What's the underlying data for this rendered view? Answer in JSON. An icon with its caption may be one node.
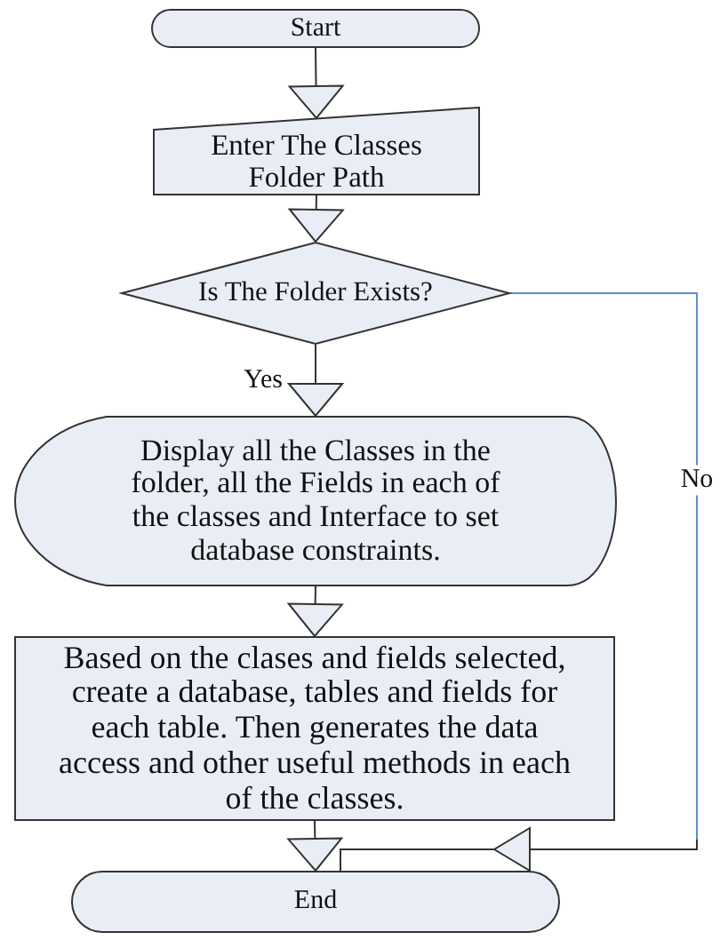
{
  "diagram": {
    "nodes": [
      {
        "text": [
          "Start"
        ]
      },
      {
        "text": [
          "Enter The Classes Folder Path"
        ]
      },
      {
        "text": [
          "Is The Folder Exists?"
        ]
      },
      {
        "text": [
          "Display all the Classes in the folder, all the Fields in each of the classes and Interface to set database constraints."
        ]
      },
      {
        "text": [
          "Based on the clases and fields selected, create a database, tables and fields for each table. Then generates the data access and other useful methods in each of the classes."
        ]
      },
      {
        "text": [
          "End"
        ]
      }
    ],
    "edges": [
      {
        "from": 0,
        "to": 1,
        "arrow": "to"
      },
      {
        "from": 1,
        "to": 2,
        "arrow": "to"
      },
      {
        "from": 2,
        "to": 3,
        "arrow": "to",
        "label": "Yes"
      },
      {
        "from": 3,
        "to": 4,
        "arrow": "to"
      },
      {
        "from": 4,
        "to": 5,
        "arrow": "to"
      },
      {
        "from": 2,
        "to": 5,
        "arrow": "to",
        "label": "No",
        "color": "#5b8fd6"
      }
    ]
  }
}
